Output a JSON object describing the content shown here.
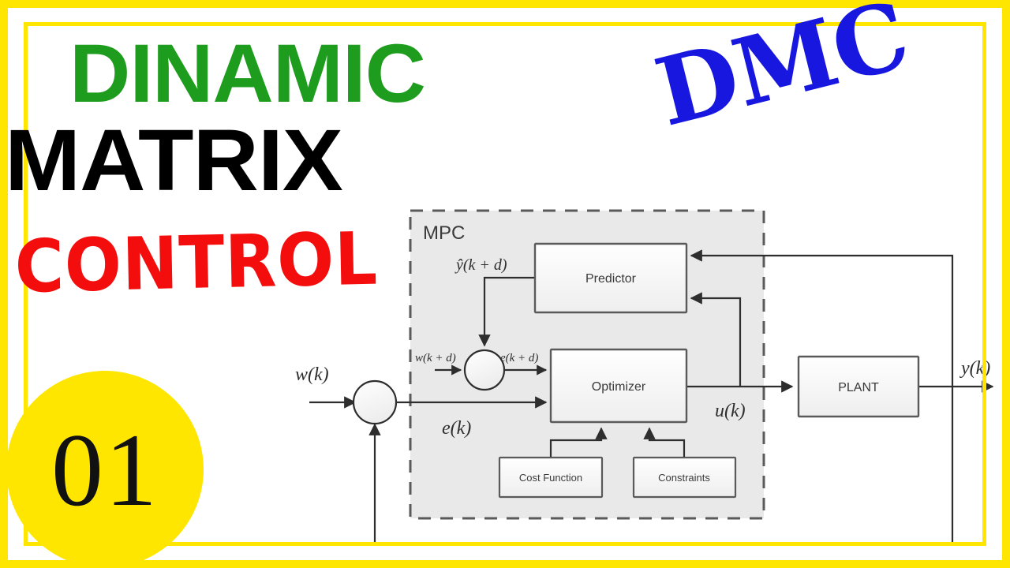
{
  "frame": {
    "outer_color": "#ffe600",
    "inner_color": "#ffe600",
    "background": "#ffffff"
  },
  "title": {
    "line1": "DINAMIC",
    "line1_color": "#1d9c1d",
    "line2": "MATRIX",
    "line2_color": "#000000",
    "line3": "CONTROL",
    "line3_color": "#f40d0d"
  },
  "badge": {
    "acronym": "DMC",
    "acronym_color": "#1717e0",
    "episode_number": "01",
    "episode_bg": "#ffe600",
    "episode_text_color": "#111111"
  },
  "diagram": {
    "container_label": "MPC",
    "container_fill": "#e9e9e9",
    "container_stroke": "#5a5a5a",
    "blocks": [
      {
        "id": "predictor",
        "label": "Predictor"
      },
      {
        "id": "optimizer",
        "label": "Optimizer"
      },
      {
        "id": "cost-function",
        "label": "Cost Function"
      },
      {
        "id": "constraints",
        "label": "Constraints"
      },
      {
        "id": "plant",
        "label": "PLANT"
      }
    ],
    "signals": {
      "reference": "w(k)",
      "error": "e(k)",
      "predicted_output": "ŷ(k + d)",
      "future_reference": "w(k + d)",
      "future_error": "e(k + d)",
      "control_input": "u(k)",
      "plant_output": "y(k)"
    },
    "junctions": [
      {
        "id": "outer-sum",
        "type": "summing-node"
      },
      {
        "id": "inner-sum",
        "type": "summing-node"
      }
    ]
  }
}
